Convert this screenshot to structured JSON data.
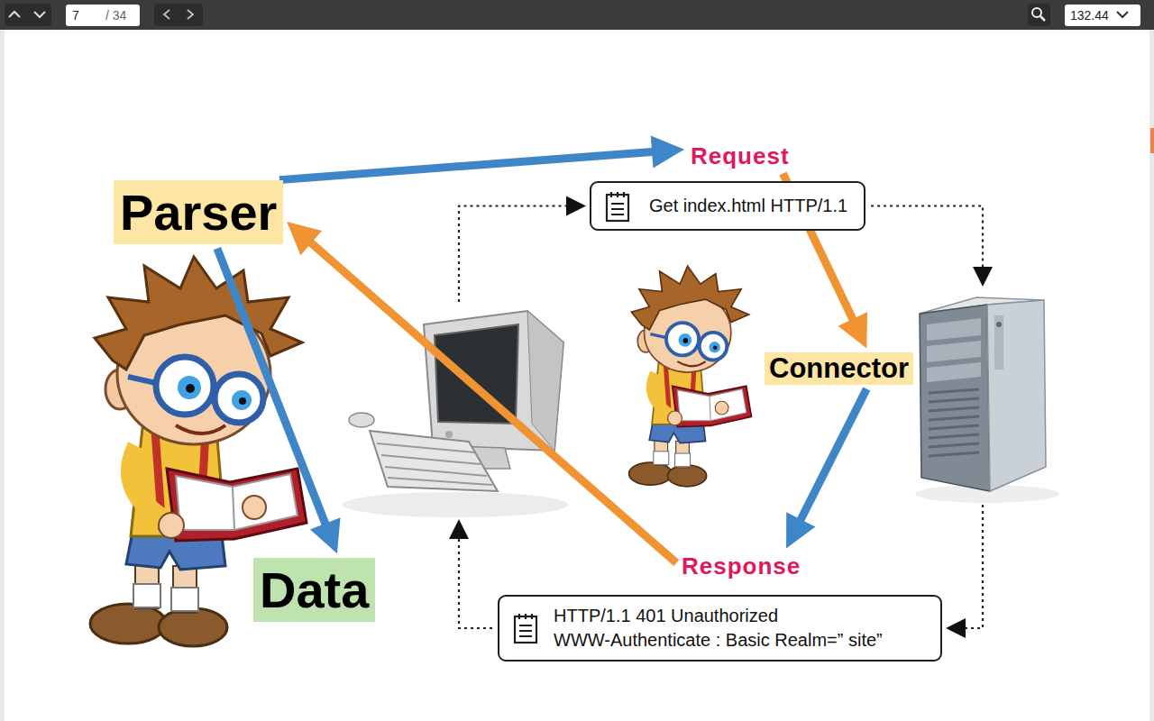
{
  "diagram": {
    "nodes": [
      {
        "text": [
          "Parser"
        ]
      },
      {
        "text": [
          "Request"
        ]
      },
      {
        "text": [
          "Get index.html HTTP/1.1"
        ]
      },
      {
        "text": [
          "Connector"
        ]
      },
      {
        "text": [
          "Response"
        ]
      },
      {
        "text": [
          "Data"
        ]
      },
      {
        "text": [
          "HTTP/1.1 401 Unauthorized",
          "WWW-Authenticate : Basic Realm=” site”"
        ]
      }
    ],
    "edges": [
      {
        "from": 0,
        "to": 1,
        "arrow": "to"
      },
      {
        "from": 1,
        "to": 3,
        "arrow": "to"
      },
      {
        "from": 3,
        "to": 4,
        "arrow": "to"
      },
      {
        "from": 4,
        "to": 0,
        "arrow": "to"
      },
      {
        "from": 0,
        "to": 5,
        "arrow": "to"
      }
    ],
    "labels": [
      "7",
      "/ 34",
      "132.44"
    ]
  }
}
